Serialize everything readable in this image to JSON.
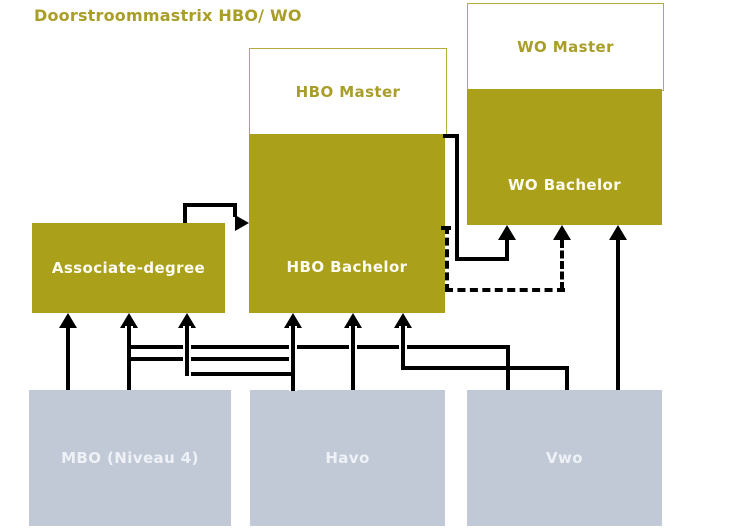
{
  "title": "Doorstroommastrix HBO/ WO",
  "colors": {
    "olive": "#aba019",
    "olive_text": "#a89e28",
    "box_border": "#b5ac3e",
    "gray": "#c1c9d6",
    "gray_text": "#eef1f6",
    "white_text": "#fdfcf3",
    "line": "#000000"
  },
  "boxes": {
    "hbo_master": {
      "label": "HBO Master"
    },
    "wo_master": {
      "label": "WO Master"
    },
    "hbo_bachelor": {
      "label": "HBO Bachelor"
    },
    "wo_bachelor": {
      "label": "WO Bachelor"
    },
    "associate_degree": {
      "label": "Associate-degree"
    },
    "mbo": {
      "label": "MBO (Niveau 4)"
    },
    "havo": {
      "label": "Havo"
    },
    "vwo": {
      "label": "Vwo"
    }
  },
  "edges": [
    {
      "from": "MBO (Niveau 4)",
      "to": "Associate-degree",
      "style": "solid"
    },
    {
      "from": "MBO (Niveau 4)",
      "to": "HBO Bachelor",
      "style": "solid"
    },
    {
      "from": "Havo",
      "to": "Associate-degree",
      "style": "solid"
    },
    {
      "from": "Havo",
      "to": "HBO Bachelor",
      "style": "solid"
    },
    {
      "from": "Vwo",
      "to": "Associate-degree",
      "style": "solid"
    },
    {
      "from": "Vwo",
      "to": "HBO Bachelor",
      "style": "solid"
    },
    {
      "from": "Vwo",
      "to": "WO Bachelor",
      "style": "solid"
    },
    {
      "from": "Associate-degree",
      "to": "HBO Bachelor",
      "style": "solid"
    },
    {
      "from": "HBO Bachelor",
      "to": "WO Bachelor",
      "style": "solid"
    },
    {
      "from": "HBO Bachelor",
      "to": "WO Bachelor",
      "style": "dashed"
    }
  ]
}
